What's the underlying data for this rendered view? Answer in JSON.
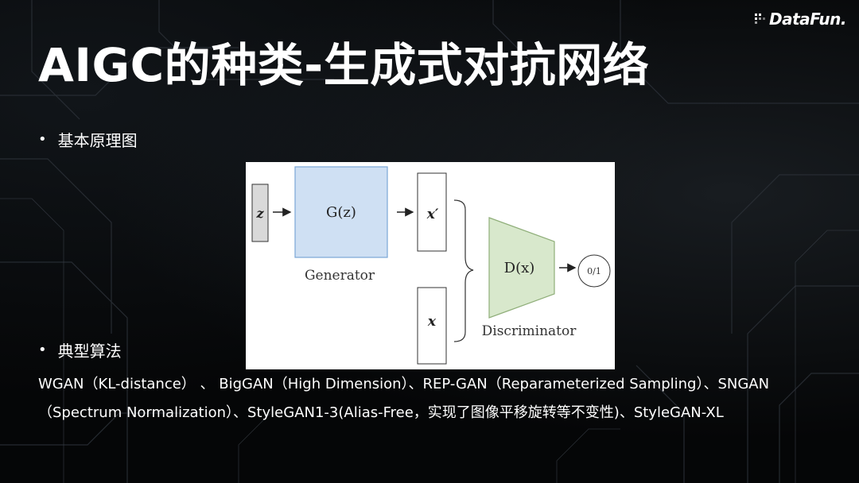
{
  "brand": {
    "logo_text": "DataFun."
  },
  "title": "AIGC的种类-生成式对抗网络",
  "bullets": [
    {
      "label": "基本原理图"
    },
    {
      "label": "典型算法"
    }
  ],
  "algorithms_text": "WGAN（KL-distance） 、 BigGAN（High Dimension）、REP-GAN（Reparameterized Sampling）、SNGAN（Spectrum Normalization）、StyleGAN1-3(Alias-Free，实现了图像平移旋转等不变性)、StyleGAN-XL",
  "diagram": {
    "z_label": "z",
    "generator_box_label": "G(z)",
    "generator_caption": "Generator",
    "fake_label": "x′",
    "real_label": "x",
    "discriminator_box_label": "D(x)",
    "discriminator_caption": "Discriminator",
    "output_label": "0/1",
    "colors": {
      "z_fill": "#d9d9d9",
      "generator_fill": "#cfe0f3",
      "generator_stroke": "#7aa6d6",
      "discriminator_fill": "#d8e8cc",
      "discriminator_stroke": "#8fae79"
    }
  }
}
